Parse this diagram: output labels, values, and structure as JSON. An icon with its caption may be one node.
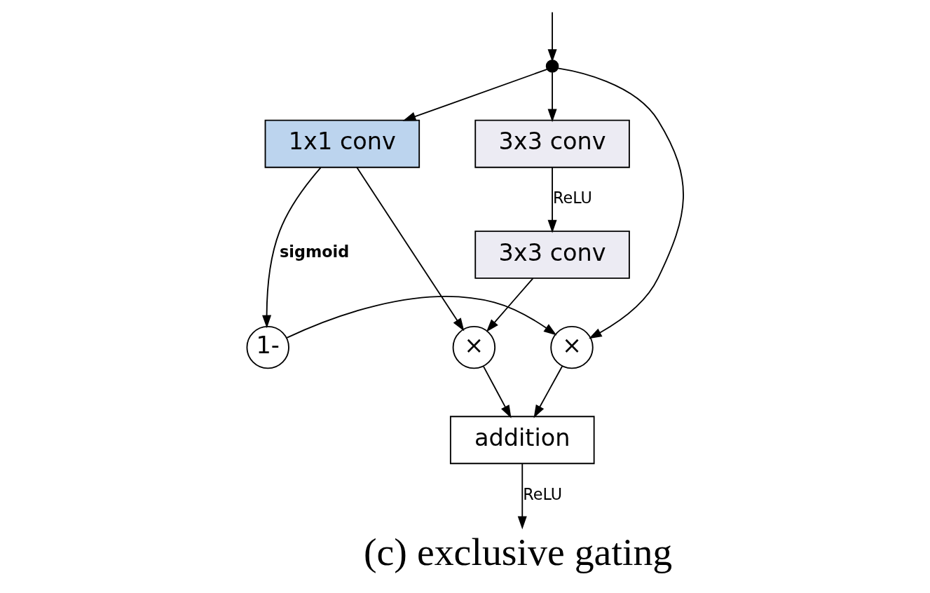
{
  "diagram": {
    "caption": "(c) exclusive gating",
    "nodes": [
      {
        "text": [],
        "shape": "circle"
      },
      {
        "text": [
          "3x3 conv"
        ]
      },
      {
        "text": [
          "3x3 conv"
        ]
      },
      {
        "text": [
          "1x1 conv"
        ]
      },
      {
        "text": [
          "×"
        ]
      },
      {
        "text": [
          "1-"
        ]
      },
      {
        "text": [
          "×"
        ]
      },
      {
        "text": [
          "addition"
        ]
      }
    ],
    "edges": [
      {
        "from": null,
        "to": 0,
        "arrow": "to"
      },
      {
        "from": 0,
        "to": 1,
        "arrow": "to"
      },
      {
        "from": 0,
        "to": 3,
        "arrow": "to"
      },
      {
        "from": 0,
        "to": 4,
        "arrow": "to"
      },
      {
        "from": 1,
        "to": 2,
        "arrow": "to",
        "label": "ReLU"
      },
      {
        "from": 3,
        "to": 5,
        "arrow": "to",
        "label": "sigmoid"
      },
      {
        "from": 3,
        "to": 6,
        "arrow": "to"
      },
      {
        "from": 2,
        "to": 6,
        "arrow": "to"
      },
      {
        "from": 5,
        "to": 4,
        "arrow": "to"
      },
      {
        "from": 6,
        "to": 7,
        "arrow": "to"
      },
      {
        "from": 4,
        "to": 7,
        "arrow": "to"
      },
      {
        "from": 7,
        "to": null,
        "arrow": "to",
        "label": "ReLU"
      }
    ]
  }
}
